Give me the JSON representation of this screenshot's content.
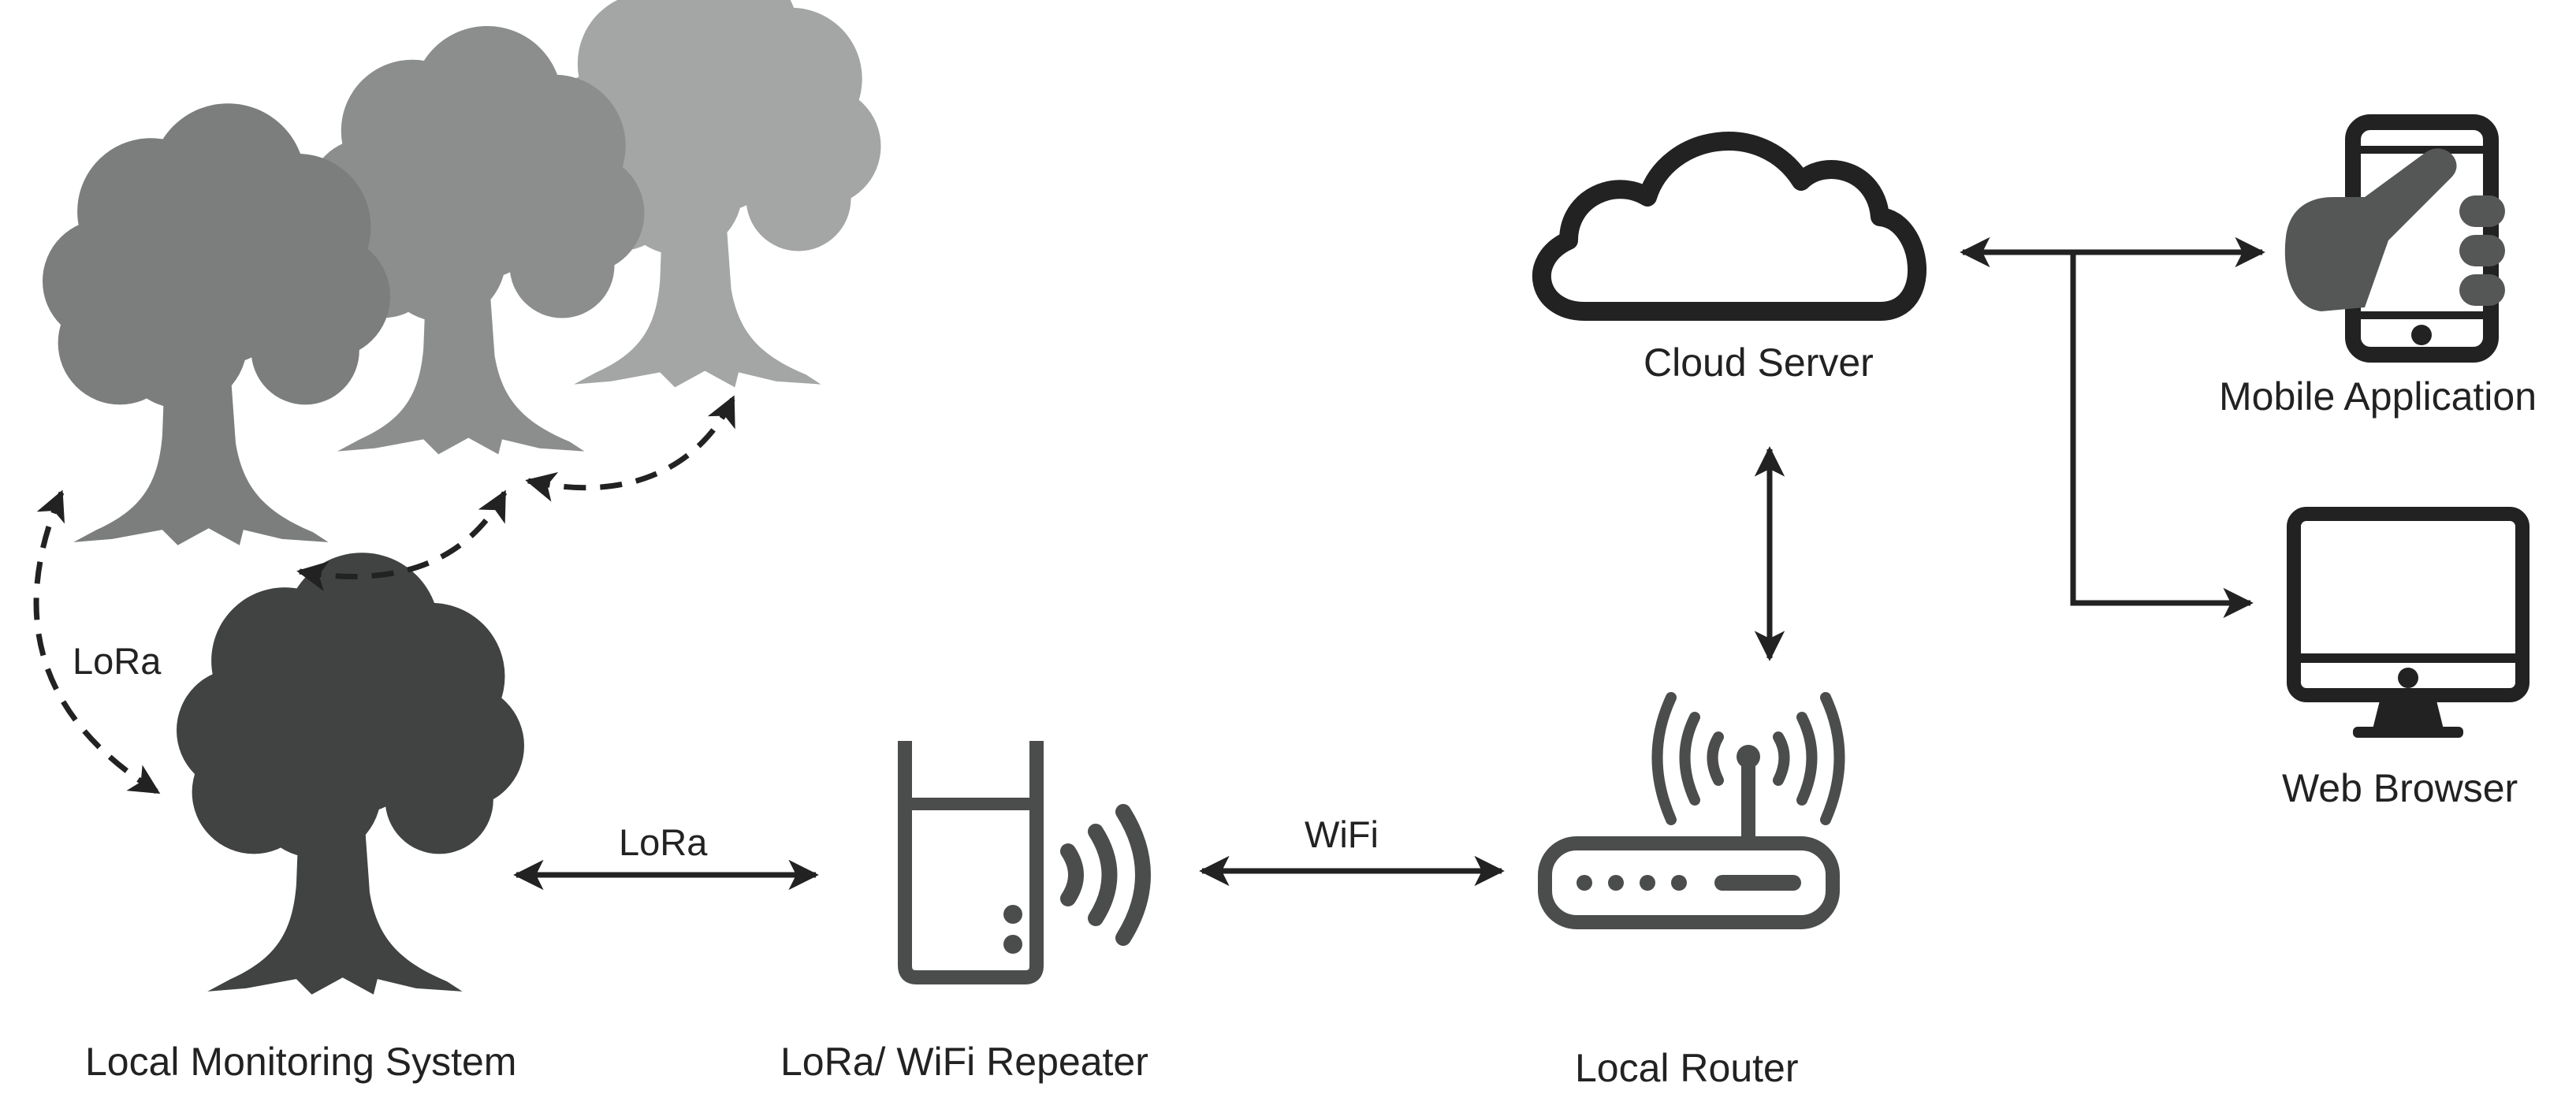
{
  "labels": {
    "cloud_server": "Cloud Server",
    "mobile_application": "Mobile Application",
    "web_browser": "Web Browser",
    "local_monitoring_system": "Local Monitoring System",
    "repeater": "LoRa/ WiFi Repeater",
    "local_router": "Local Router"
  },
  "links": {
    "lora_mesh": "LoRa",
    "lora_link": "LoRa",
    "wifi_link": "WiFi"
  },
  "colors": {
    "tree_far": "#a3a6a5",
    "tree_mid": "#8b8e8d",
    "tree_near": "#7b7e7d",
    "tree_local": "#414343",
    "device": "#4b4d4d",
    "arrow": "#222222"
  },
  "icons": [
    "tree-icon",
    "cloud-icon",
    "mobile-phone-icon",
    "monitor-icon",
    "repeater-icon",
    "router-icon"
  ]
}
